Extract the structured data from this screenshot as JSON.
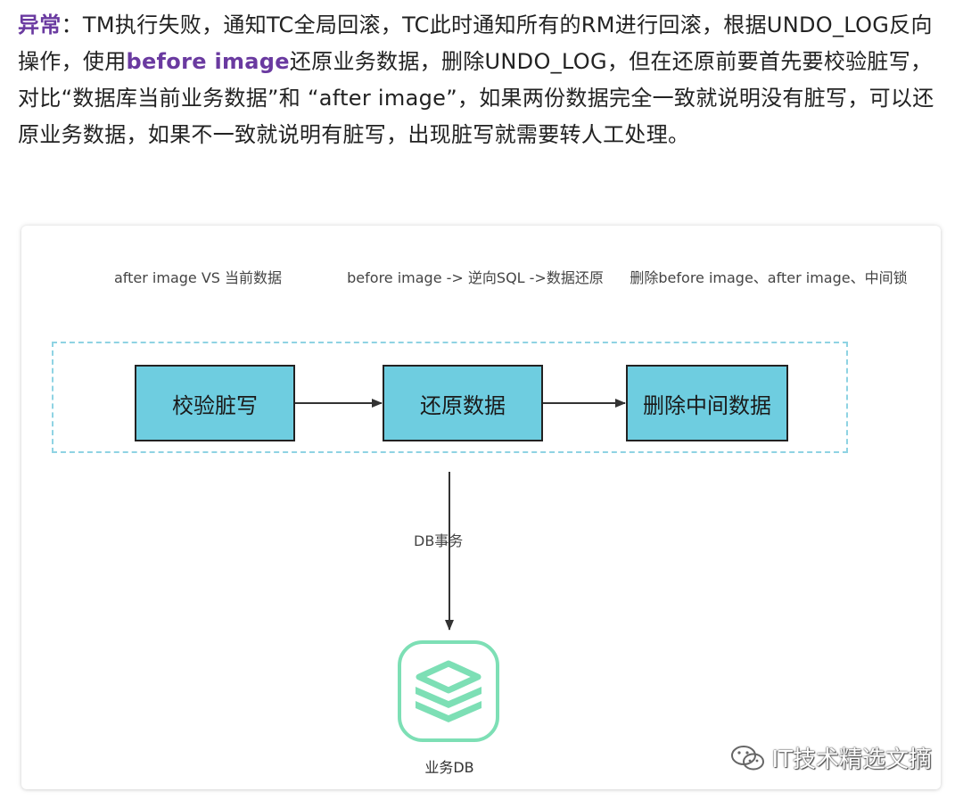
{
  "article": {
    "highlight_label": "异常",
    "sep": "：",
    "text_1": "TM执行失败，通知TC全局回滚，TC此时通知所有的RM进行回滚，根据UNDO_LOG反向操作，使用",
    "highlight_term": "before image",
    "text_2": "还原业务数据，删除UNDO_LOG，但在还原前要首先要校验脏写，对比“数据库当前业务数据”和 “after image”，如果两份数据完全一致就说明没有脏写，可以还原业务数据，如果不一致就说明有脏写，出现脏写就需要转人工处理。"
  },
  "diagram": {
    "captions": [
      "after image VS 当前数据",
      "before image -> 逆向SQL ->数据还原",
      "删除before image、after image、中间锁"
    ],
    "steps": [
      "校验脏写",
      "还原数据",
      "删除中间数据"
    ],
    "edge_label": "DB事务",
    "db_label": "业务DB",
    "colors": {
      "step_fill": "#6ecde0",
      "group_border": "#8fd3e3",
      "db_icon": "#7ddfb5",
      "highlight": "#6a3aa0"
    }
  },
  "watermark": {
    "icon": "wechat-icon",
    "text": "IT技术精选文摘"
  }
}
